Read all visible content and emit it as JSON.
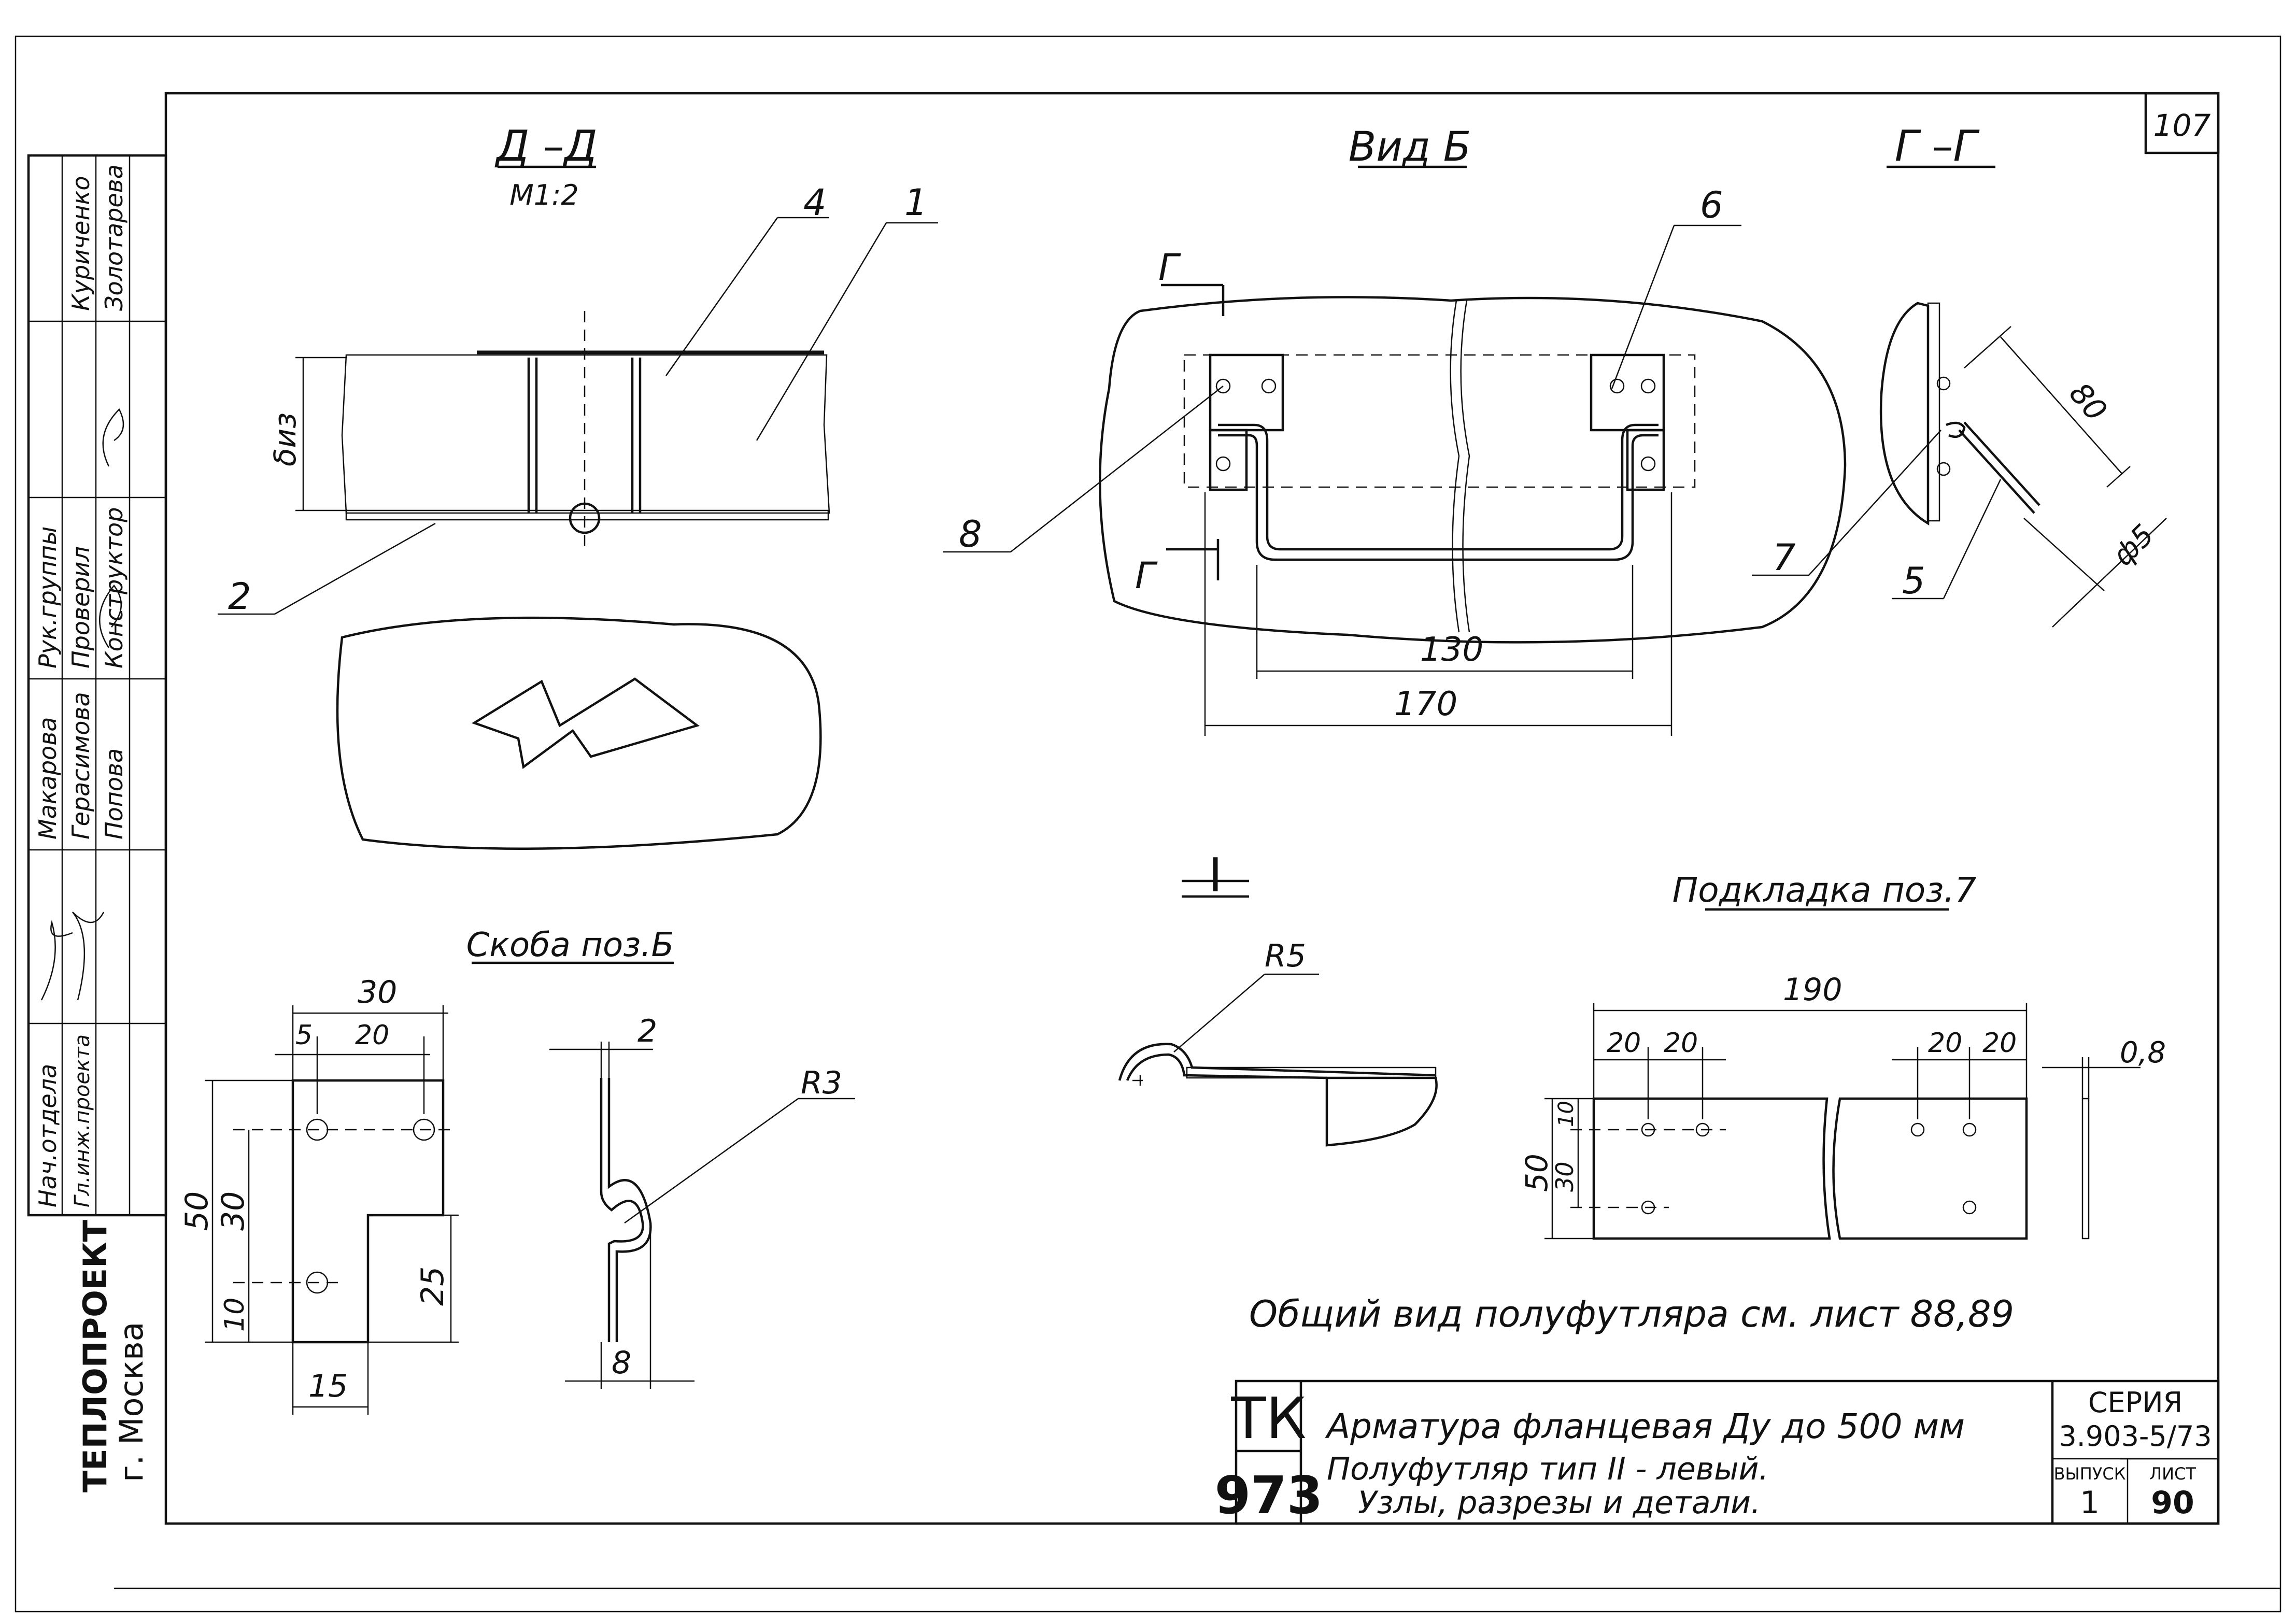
{
  "sheet_number": "107",
  "views": {
    "dd": {
      "title": "Д –Д",
      "scale": "М1:2",
      "labels": {
        "p4": "4",
        "p1": "1",
        "p2": "2",
        "biz": "δиз"
      }
    },
    "vid_b": {
      "title": "Вид Б",
      "labels": {
        "p6": "6",
        "p8": "8",
        "g_top": "Г",
        "g_bottom": "Г",
        "dim130": "130",
        "dim170": "170"
      }
    },
    "gg": {
      "title": "Г –Г",
      "labels": {
        "p7": "7",
        "p5": "5",
        "dim80": "80",
        "phi5": "ф5"
      }
    },
    "skoba": {
      "title": "Скоба поз.Б",
      "dims": {
        "d30": "30",
        "d5": "5",
        "d20": "20",
        "d50": "50",
        "d30v": "30",
        "d10": "10",
        "d25": "25",
        "d15": "15",
        "d2": "2",
        "d8": "8",
        "r3": "R3"
      }
    },
    "detail_i": {
      "title": "I",
      "r5": "R5"
    },
    "podkladka": {
      "title": "Подкладка поз.7",
      "dims": {
        "d190": "190",
        "d20a": "20",
        "d20b": "20",
        "d20c": "20",
        "d20d": "20",
        "d08": "0,8",
        "d50": "50",
        "d30": "30",
        "d10": "10"
      }
    }
  },
  "note": "Общий вид полуфутляра см. лист 88,89",
  "title_block": {
    "code_tk": "ТК",
    "code_num": "973",
    "title_line1": "Арматура фланцевая Ду до 500 мм",
    "title_line2": "Полуфутляр тип II - левый.",
    "title_line3": "Узлы, разрезы и детали.",
    "series_label": "СЕРИЯ",
    "series_value": "3.903-5/73",
    "issue_label": "ВЫПУСК",
    "issue_value": "1",
    "sheet_label": "ЛИСТ",
    "sheet_value": "90"
  },
  "side_stamp": {
    "roles": [
      "Нач.отдела",
      "Гл.инж.проекта",
      "Рук.группы",
      "Проверил",
      "Конструктор"
    ],
    "names": [
      "Макарова",
      "Герасимова",
      "Попова",
      "Куриченко",
      "Золотарева"
    ],
    "org": "ТЕПЛОПРОЕКТ",
    "city": "г. Москва"
  }
}
